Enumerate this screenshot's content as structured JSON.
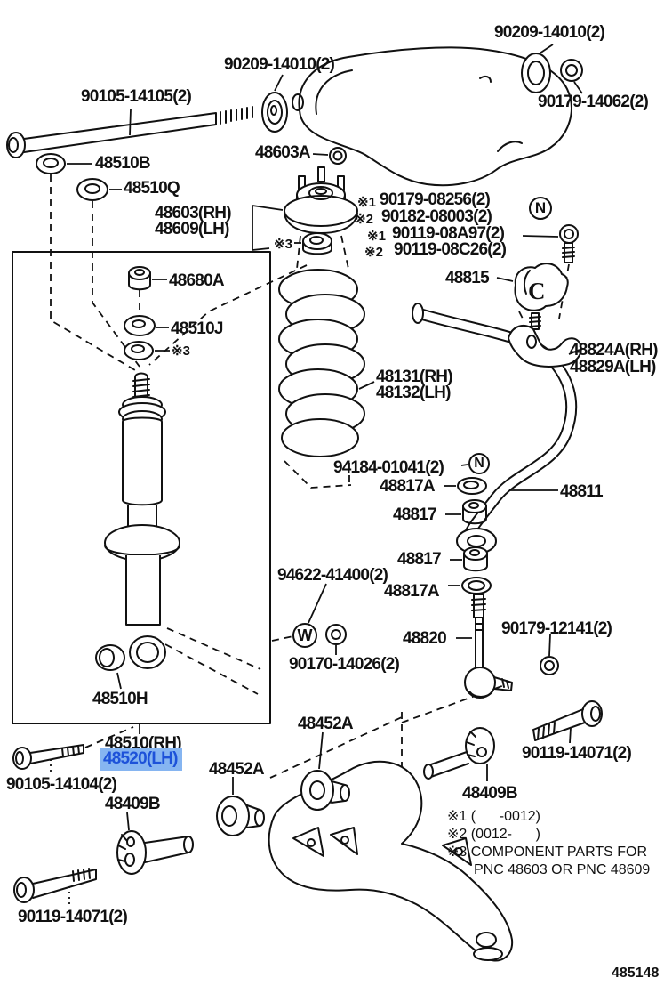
{
  "parts": {
    "n90209_14010": "90209-14010(2)",
    "n90105_14105": "90105-14105(2)",
    "n90179_14062": "90179-14062(2)",
    "n48603a": "48603A",
    "n48510b": "48510B",
    "n48510q": "48510Q",
    "n48603rh": "48603(RH)",
    "n48609lh": "48609(LH)",
    "n90179_08256": "90179-08256(2)",
    "n90182_08003": "90182-08003(2)",
    "n90119_08a97": "90119-08A97(2)",
    "n90119_08c26": "90119-08C26(2)",
    "n48815": "48815",
    "n48680a": "48680A",
    "n48510j": "48510J",
    "n48131rh": "48131(RH)",
    "n48132lh": "48132(LH)",
    "n48824arh": "48824A(RH)",
    "n48829alh": "48829A(LH)",
    "n94184_01041": "94184-01041(2)",
    "n48817a": "48817A",
    "n48817": "48817",
    "n48811": "48811",
    "n94622_41400": "94622-41400(2)",
    "n48820": "48820",
    "n90179_12141": "90179-12141(2)",
    "n90170_14026": "90170-14026(2)",
    "n48510h": "48510H",
    "n48510rh": "48510(RH)",
    "n48520lh": "48520(LH)",
    "n48452a": "48452A",
    "n90105_14104": "90105-14104(2)",
    "n48409b": "48409B",
    "n90119_14071": "90119-14071(2)"
  },
  "symbols": {
    "s1": "※1",
    "s2": "※2",
    "s3": "※3"
  },
  "markers": {
    "nut_circle": "N",
    "washer_circle": "W",
    "clamp": "C"
  },
  "footnotes": {
    "f1": "※1 (      -0012)",
    "f2": "※2 (0012-      )",
    "f3": "※3 COMPONENT PARTS FOR",
    "f4": "PNC 48603 OR PNC 48609"
  },
  "diagram_code": "485148",
  "highlight": {
    "part": "48520(LH)",
    "bg": "#86B5F1",
    "fg": "#1D52D9"
  }
}
